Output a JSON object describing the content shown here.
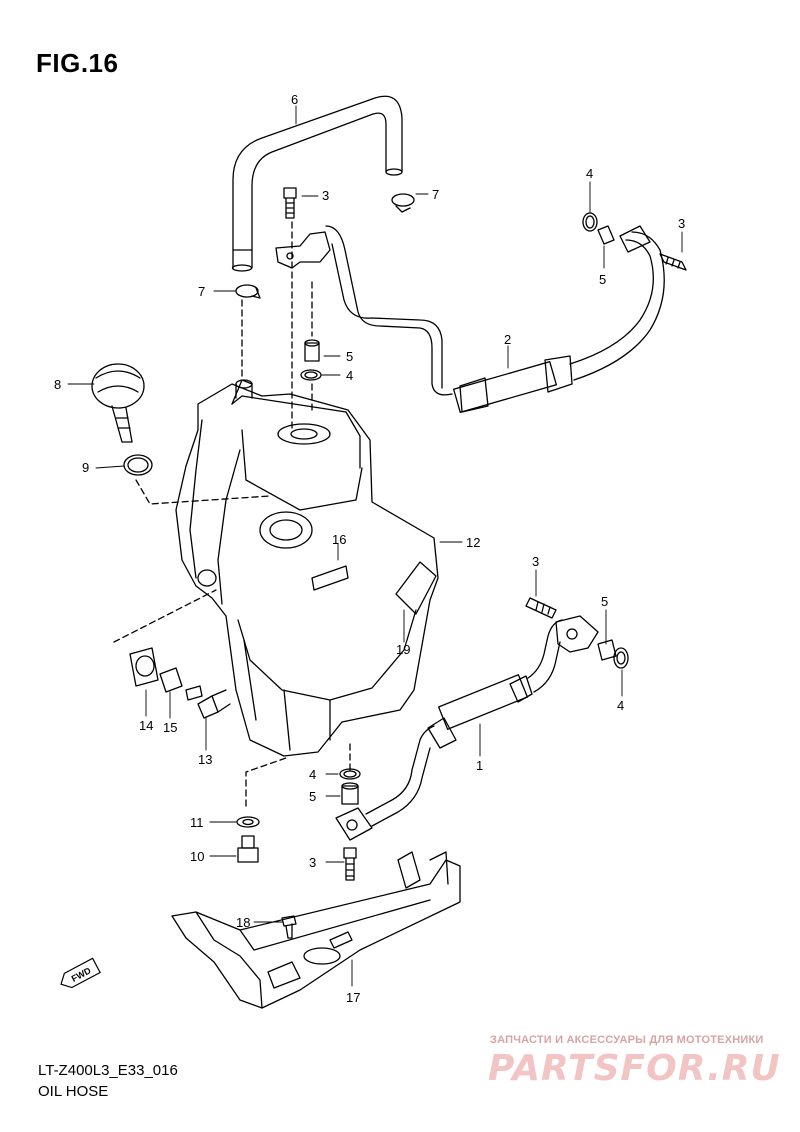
{
  "figure": {
    "title": "FIG.16",
    "code": "LT-Z400L3_E33_016",
    "caption": "OIL HOSE"
  },
  "callouts": {
    "c1": "1",
    "c2": "2",
    "c3a": "3",
    "c3b": "3",
    "c3c": "3",
    "c3d": "3",
    "c4a": "4",
    "c4b": "4",
    "c4c": "4",
    "c4d": "4",
    "c5a": "5",
    "c5b": "5",
    "c5c": "5",
    "c5d": "5",
    "c6": "6",
    "c7a": "7",
    "c7b": "7",
    "c8": "8",
    "c9": "9",
    "c10": "10",
    "c11": "11",
    "c12": "12",
    "c13": "13",
    "c14": "14",
    "c15": "15",
    "c16": "16",
    "c17": "17",
    "c18": "18",
    "c19": "19"
  },
  "direction_marker": {
    "label": "FWD",
    "icon": "fwd-arrow-icon"
  },
  "watermark": {
    "subtitle": "ЗАПЧАСТИ И АКСЕССУАРЫ ДЛЯ МОТОТЕХНИКИ",
    "logo": "PARTSFOR.RU",
    "color": "#f2c4c4"
  }
}
